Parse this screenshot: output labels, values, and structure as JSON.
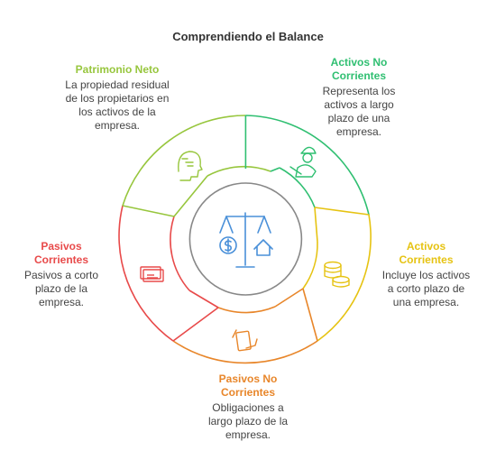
{
  "title": "Comprendiendo el Balance",
  "segments": {
    "activos_no_corrientes": {
      "heading": "Activos No Corrientes",
      "body": "Representa los activos a largo plazo de una empresa.",
      "color": "#2fbf71",
      "icon": "worker-icon"
    },
    "activos_corrientes": {
      "heading": "Activos Corrientes",
      "body": "Incluye los activos a corto plazo de una empresa.",
      "color": "#e6c312",
      "icon": "coins-icon"
    },
    "pasivos_no_corrientes": {
      "heading": "Pasivos No Corrientes",
      "body": "Obligaciones a largo plazo de la empresa.",
      "color": "#e8862a",
      "icon": "document-hand-icon"
    },
    "pasivos_corrientes": {
      "heading": "Pasivos Corrientes",
      "body": "Pasivos a corto plazo de la empresa.",
      "color": "#e84a4a",
      "icon": "cash-stack-icon"
    },
    "patrimonio_neto": {
      "heading": "Patrimonio Neto",
      "body": "La propiedad residual de los propietarios en los activos de la empresa.",
      "color": "#97c63d",
      "icon": "head-thinking-icon"
    }
  },
  "center": {
    "icon": "balance-scale-icon",
    "color": "#4a90d9"
  }
}
